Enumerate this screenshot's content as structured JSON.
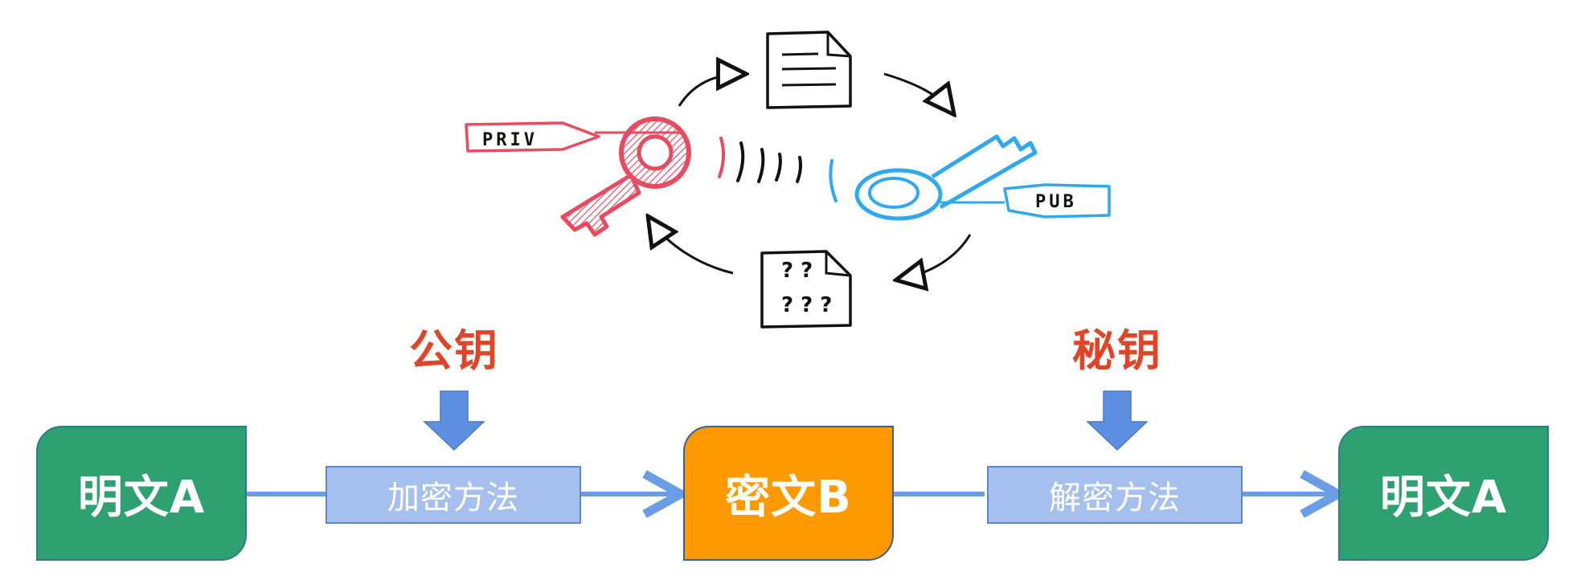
{
  "diagram": {
    "nodes": {
      "plain_left": "明文A",
      "cipher": "密文B",
      "plain_right": "明文A"
    },
    "methods": {
      "encrypt": "加密方法",
      "decrypt": "解密方法"
    },
    "keys": {
      "public": "公钥",
      "secret": "秘钥"
    },
    "illustration": {
      "private_tag": "PRIV",
      "public_tag": "PUB"
    },
    "colors": {
      "plaintext": "#2fa070",
      "ciphertext": "#ff9900",
      "method_fill": "#a5c0ee",
      "connector": "#6a9de6",
      "key_label": "#e0452a",
      "private_key": "#e84a5f",
      "public_key": "#2ea8f0"
    }
  }
}
